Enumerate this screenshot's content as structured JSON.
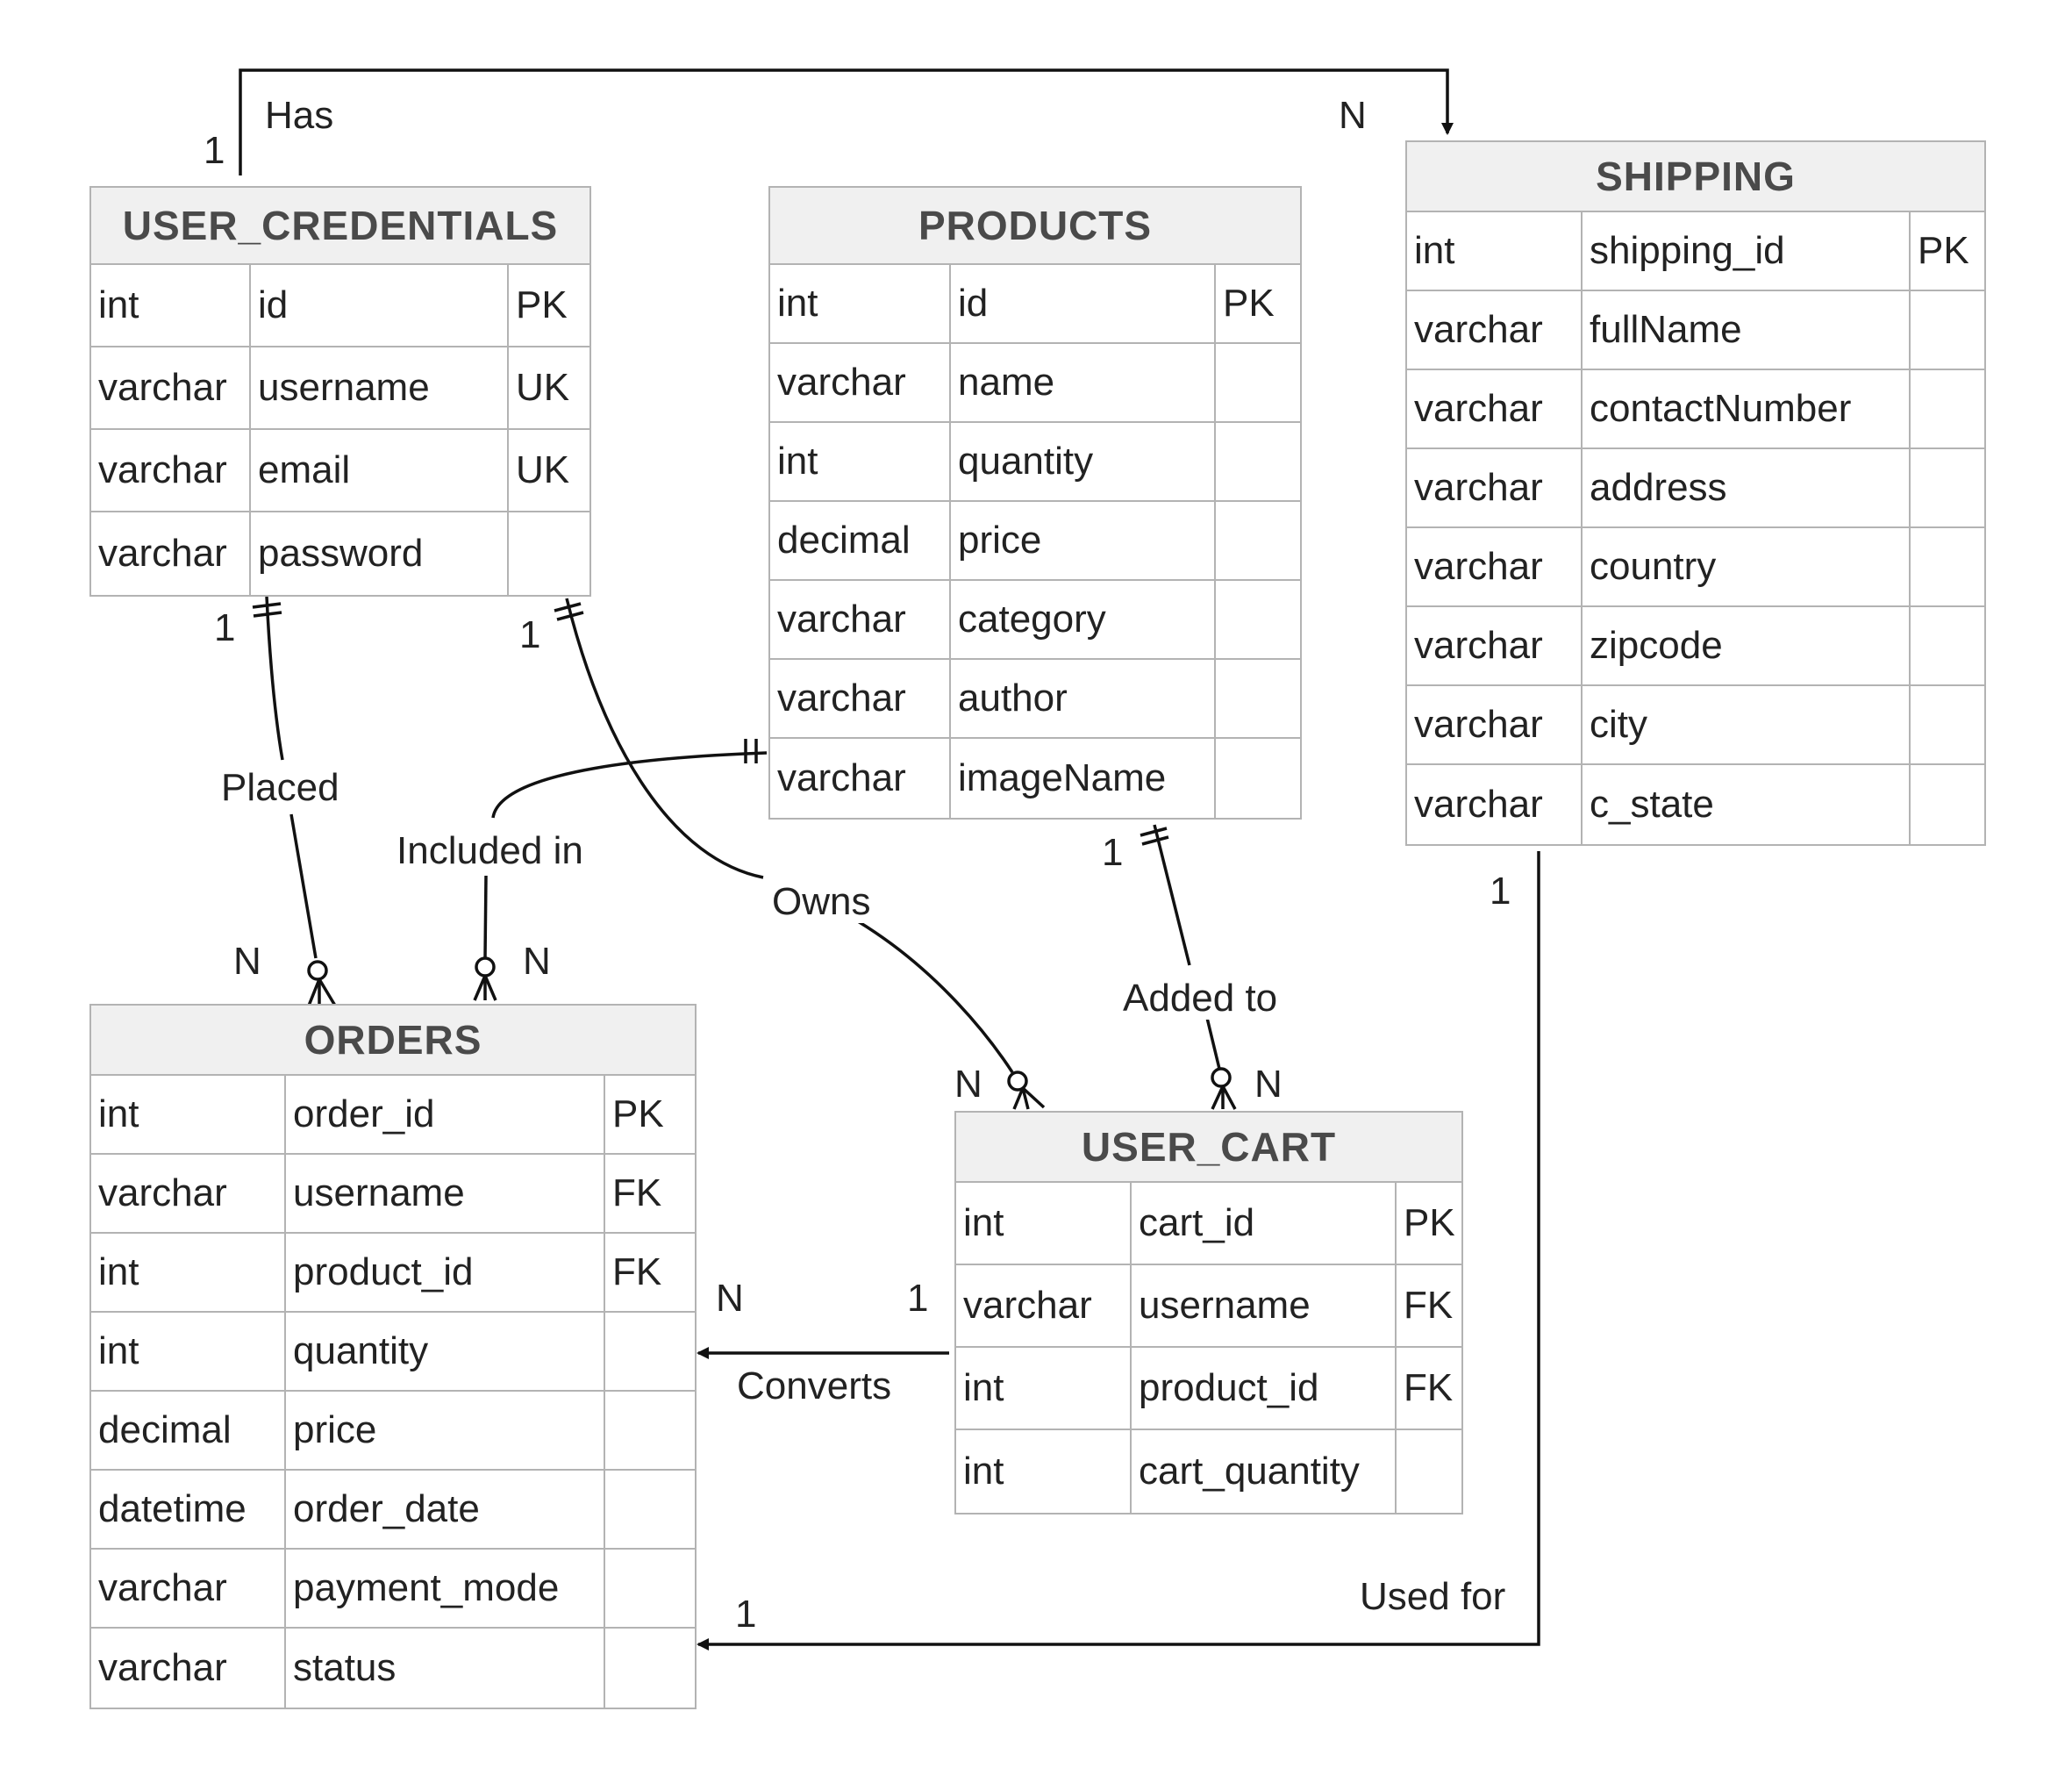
{
  "entities": {
    "user_credentials": {
      "name": "USER_CREDENTIALS",
      "rows": [
        {
          "type": "int",
          "field": "id",
          "key": "PK"
        },
        {
          "type": "varchar",
          "field": "username",
          "key": "UK"
        },
        {
          "type": "varchar",
          "field": "email",
          "key": "UK"
        },
        {
          "type": "varchar",
          "field": "password",
          "key": ""
        }
      ]
    },
    "products": {
      "name": "PRODUCTS",
      "rows": [
        {
          "type": "int",
          "field": "id",
          "key": "PK"
        },
        {
          "type": "varchar",
          "field": "name",
          "key": ""
        },
        {
          "type": "int",
          "field": "quantity",
          "key": ""
        },
        {
          "type": "decimal",
          "field": "price",
          "key": ""
        },
        {
          "type": "varchar",
          "field": "category",
          "key": ""
        },
        {
          "type": "varchar",
          "field": "author",
          "key": ""
        },
        {
          "type": "varchar",
          "field": "imageName",
          "key": ""
        }
      ]
    },
    "shipping": {
      "name": "SHIPPING",
      "rows": [
        {
          "type": "int",
          "field": "shipping_id",
          "key": "PK"
        },
        {
          "type": "varchar",
          "field": "fullName",
          "key": ""
        },
        {
          "type": "varchar",
          "field": "contactNumber",
          "key": ""
        },
        {
          "type": "varchar",
          "field": "address",
          "key": ""
        },
        {
          "type": "varchar",
          "field": "country",
          "key": ""
        },
        {
          "type": "varchar",
          "field": "zipcode",
          "key": ""
        },
        {
          "type": "varchar",
          "field": "city",
          "key": ""
        },
        {
          "type": "varchar",
          "field": "c_state",
          "key": ""
        }
      ]
    },
    "orders": {
      "name": "ORDERS",
      "rows": [
        {
          "type": "int",
          "field": "order_id",
          "key": "PK"
        },
        {
          "type": "varchar",
          "field": "username",
          "key": "FK"
        },
        {
          "type": "int",
          "field": "product_id",
          "key": "FK"
        },
        {
          "type": "int",
          "field": "quantity",
          "key": ""
        },
        {
          "type": "decimal",
          "field": "price",
          "key": ""
        },
        {
          "type": "datetime",
          "field": "order_date",
          "key": ""
        },
        {
          "type": "varchar",
          "field": "payment_mode",
          "key": ""
        },
        {
          "type": "varchar",
          "field": "status",
          "key": ""
        }
      ]
    },
    "user_cart": {
      "name": "USER_CART",
      "rows": [
        {
          "type": "int",
          "field": "cart_id",
          "key": "PK"
        },
        {
          "type": "varchar",
          "field": "username",
          "key": "FK"
        },
        {
          "type": "int",
          "field": "product_id",
          "key": "FK"
        },
        {
          "type": "int",
          "field": "cart_quantity",
          "key": ""
        }
      ]
    }
  },
  "relationships": {
    "has": {
      "label": "Has",
      "from_card": "1",
      "to_card": "N"
    },
    "placed": {
      "label": "Placed",
      "from_card": "1",
      "to_card": "N"
    },
    "included_in": {
      "label": "Included in",
      "to_card": "N"
    },
    "owns": {
      "label": "Owns",
      "from_card": "1",
      "to_card": "N"
    },
    "added_to": {
      "label": "Added to",
      "from_card": "1",
      "to_card": "N"
    },
    "converts": {
      "label": "Converts",
      "from_card": "1",
      "to_card": "N"
    },
    "used_for": {
      "label": "Used for",
      "from_card": "1",
      "to_card": "1"
    }
  },
  "colors": {
    "line": "#111111",
    "border": "#b3b3b3",
    "header_bg": "#f0f0f0",
    "header_text": "#4a4a4a"
  }
}
